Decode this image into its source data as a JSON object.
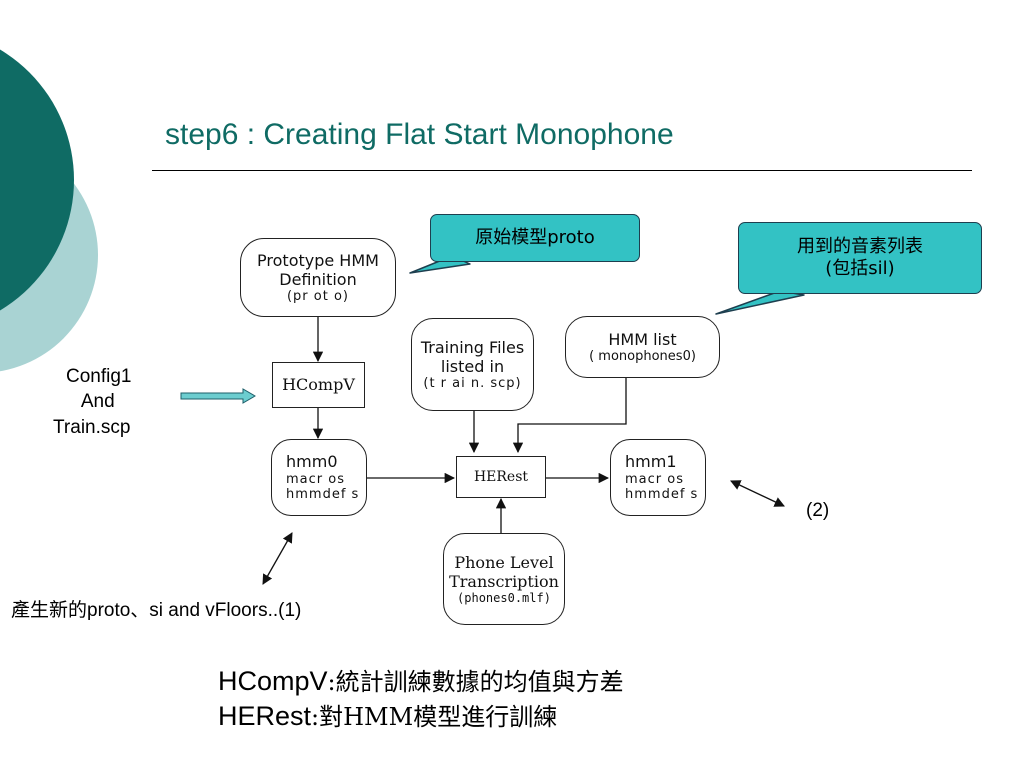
{
  "slide": {
    "title": "step6 : Creating Flat Start Monophone"
  },
  "nodes": {
    "proto": {
      "line1": "Prototype HMM",
      "line2": "Definition",
      "line3": "(pr ot o)"
    },
    "hcompv": {
      "label": "HCompV"
    },
    "hmm0": {
      "line1": "hmm0",
      "line2": "macr os",
      "line3": "hmmdef s"
    },
    "train": {
      "line1": "Training Files",
      "line2": "listed in",
      "line3": "(t r ai n. scp)"
    },
    "hmmlist": {
      "line1": "HMM list",
      "line2": "( monophones0)"
    },
    "herest": {
      "label": "HERest"
    },
    "hmm1": {
      "line1": "hmm1",
      "line2": "macr os",
      "line3": "hmmdef s"
    },
    "phone": {
      "line1": "Phone Level",
      "line2": "Transcription",
      "line3": "(phones0.mlf)"
    }
  },
  "callouts": {
    "proto_note": "原始模型proto",
    "list_note_line1": "用到的音素列表",
    "list_note_line2": "(包括sil)"
  },
  "labels": {
    "config_line1": "Config1",
    "config_line2": "And",
    "config_line3": "Train.scp",
    "note1": "產生新的proto、si and vFloors..(1)",
    "note2": "(2)"
  },
  "legend": {
    "hcompv_name": "HCompV",
    "hcompv_desc": ":統計訓練數據的均值與方差",
    "herest_name": "HERest",
    "herest_desc": ":對HMM模型進行訓練"
  },
  "colors": {
    "accent_dark": "#0f6b64",
    "accent_light": "#a9d3d3",
    "callout_fill": "#33c2c4"
  }
}
